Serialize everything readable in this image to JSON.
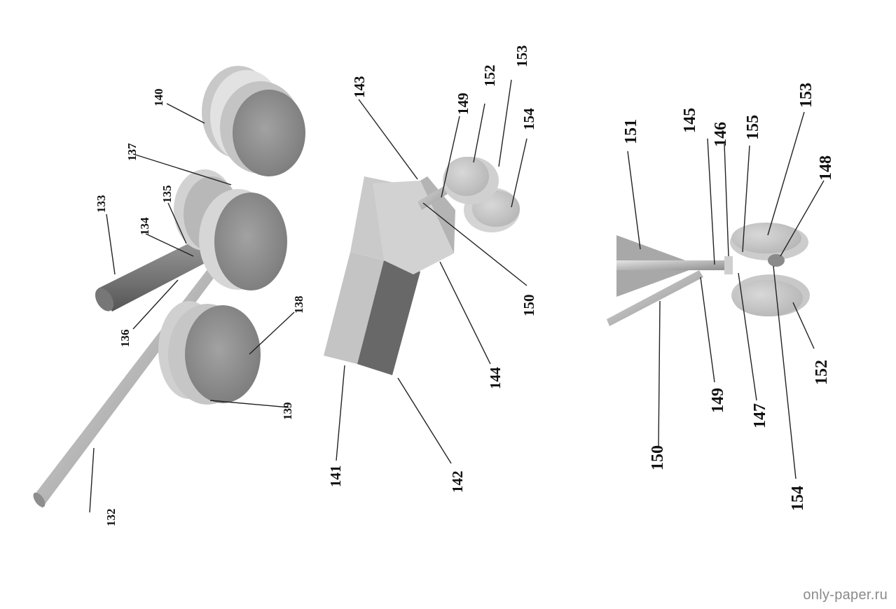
{
  "figure": {
    "left_group": {
      "labels": {
        "l132": "132",
        "l133": "133",
        "l134": "134",
        "l135": "135",
        "l136": "136",
        "l137": "137",
        "l138": "138",
        "l139": "139",
        "l140": "140"
      }
    },
    "middle_group": {
      "labels": {
        "l141": "141",
        "l142": "142",
        "l143": "143",
        "l144": "144",
        "l149": "149",
        "l150": "150",
        "l152": "152",
        "l153": "153",
        "l154": "154"
      }
    },
    "right_group": {
      "labels": {
        "l145": "145",
        "l146": "146",
        "l147": "147",
        "l148": "148",
        "l149": "149",
        "l150": "150",
        "l151": "151",
        "l152": "152",
        "l153": "153",
        "l154": "154",
        "l155": "155"
      }
    }
  },
  "watermark": "only-paper.ru",
  "colors": {
    "part_light": "#d0d0d0",
    "part_mid": "#a8a8a8",
    "part_dark": "#6e6e6e",
    "leader": "#222222",
    "label": "#111111"
  }
}
